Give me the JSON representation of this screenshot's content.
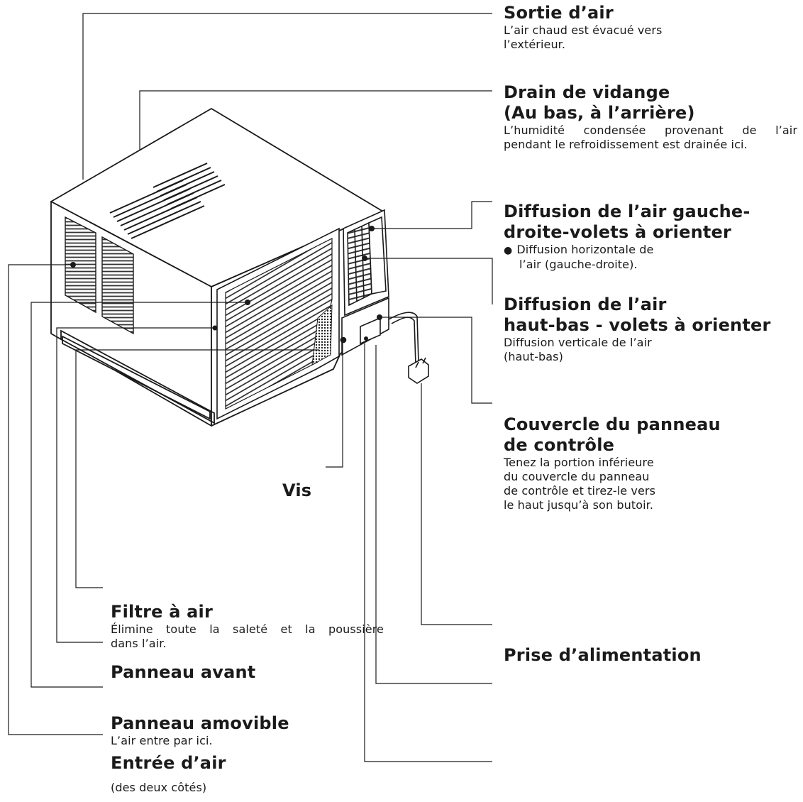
{
  "labels": {
    "sortie_air": {
      "title": "Sortie d’air",
      "desc": [
        "L’air chaud est évacué vers",
        "l’extérieur."
      ]
    },
    "drain": {
      "title": [
        "Drain de vidange",
        "(Au bas, à l’arrière)"
      ],
      "desc": [
        "L’humidité condensée provenant de l’air",
        "pendant le refroidissement est drainée ici."
      ]
    },
    "diffusion_gd": {
      "title": [
        "Diffusion de l’air gauche-",
        "droite-volets à orienter"
      ],
      "desc": [
        "Diffusion horizontale de",
        "l’air (gauche-droite)."
      ]
    },
    "diffusion_hb": {
      "title": [
        "Diffusion de l’air",
        "haut-bas - volets à orienter"
      ],
      "desc": [
        "Diffusion verticale de l’air",
        "(haut-bas)"
      ]
    },
    "couvercle": {
      "title": [
        "Couvercle du panneau",
        "de contrôle"
      ],
      "desc": [
        "Tenez la portion inférieure",
        "du couvercle du panneau",
        "de contrôle et tirez-le vers",
        "le haut jusqu’à son butoir."
      ]
    },
    "vis": {
      "title": "Vis"
    },
    "filtre": {
      "title": "Filtre à air",
      "desc": [
        "Élimine toute la saleté et la poussière",
        "dans l’air."
      ]
    },
    "panneau_avant": {
      "title": "Panneau avant"
    },
    "panneau_amovible": {
      "title": "Panneau amovible",
      "desc": [
        "L’air entre par ici."
      ]
    },
    "entree_air": {
      "title": "Entrée d’air",
      "desc": [
        "(des deux côtés)"
      ]
    },
    "prise": {
      "title": "Prise d’alimentation"
    }
  }
}
